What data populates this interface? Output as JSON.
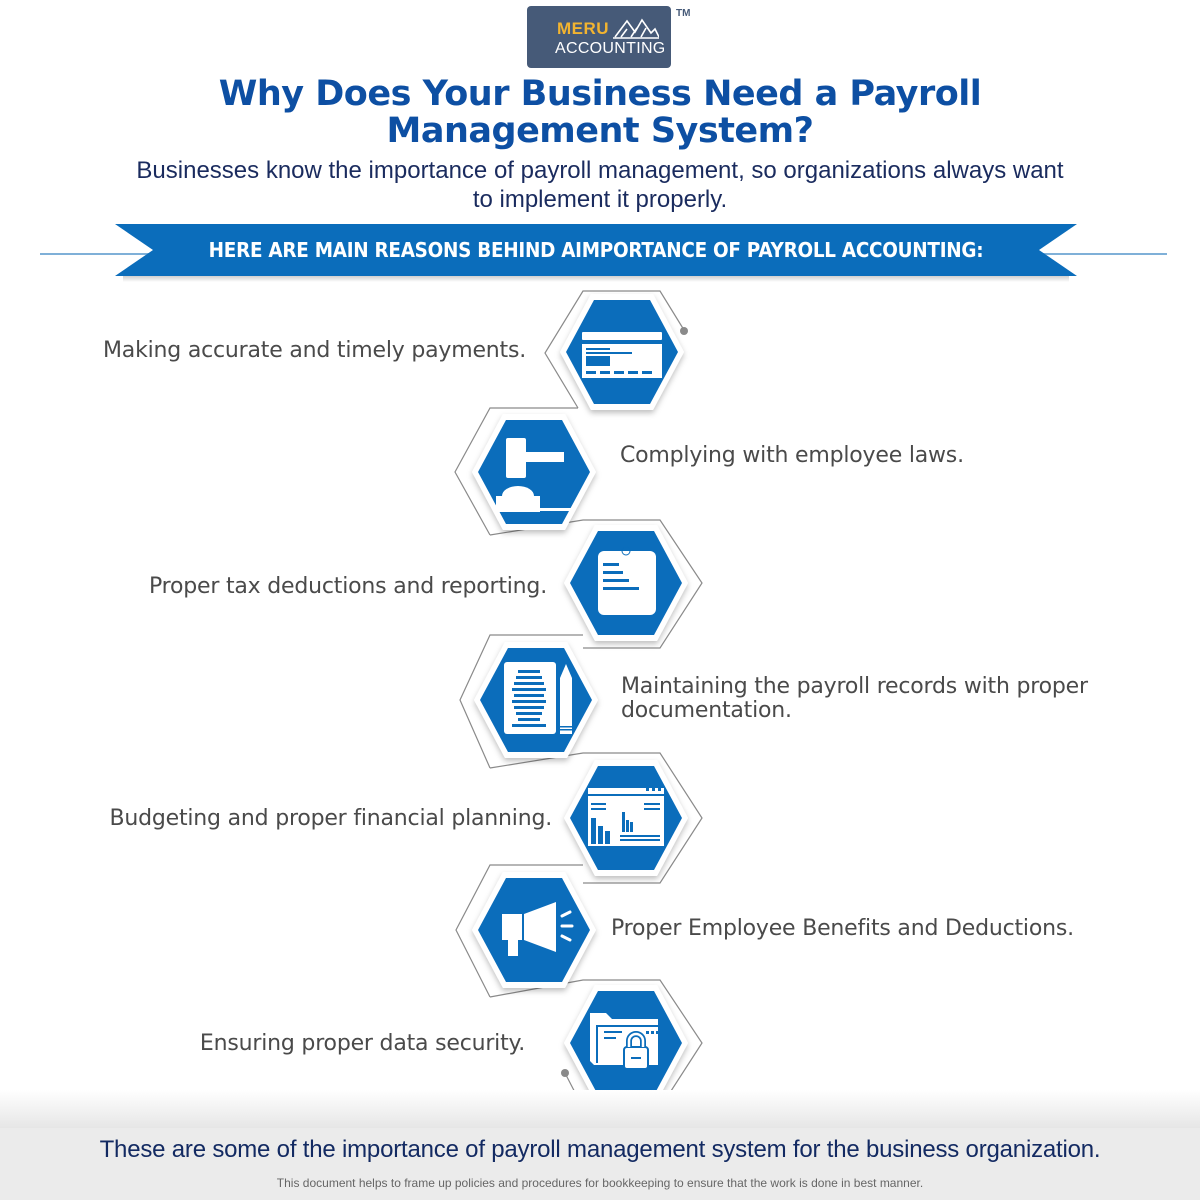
{
  "logo": {
    "brand_top": "MERU",
    "brand_bottom": "ACCOUNTING",
    "trademark": "TM",
    "bg_color": "#465a78",
    "accent_color": "#f2b430"
  },
  "header": {
    "title_line1": "Why Does Your Business Need a Payroll",
    "title_line2": "Management System?",
    "subtitle_line1": "Businesses know the importance of payroll management, so organizations always want",
    "subtitle_line2": "to implement it properly."
  },
  "banner": {
    "text": "HERE ARE MAIN REASONS BEHIND AIMPORTANCE OF PAYROLL ACCOUNTING:",
    "color": "#0b6dbb"
  },
  "reasons": [
    {
      "label": "Making accurate and timely payments.",
      "icon": "payment-card-icon",
      "side": "left"
    },
    {
      "label": "Complying with employee laws.",
      "icon": "gavel-icon",
      "side": "right"
    },
    {
      "label": "Proper tax deductions and reporting.",
      "icon": "tax-note-icon",
      "side": "left"
    },
    {
      "label_line1": "Maintaining the payroll records with proper",
      "label_line2": "documentation.",
      "icon": "document-pencil-icon",
      "side": "right"
    },
    {
      "label": "Budgeting and proper financial planning.",
      "icon": "financial-chart-icon",
      "side": "left"
    },
    {
      "label": "Proper Employee Benefits and Deductions.",
      "icon": "megaphone-icon",
      "side": "right"
    },
    {
      "label": "Ensuring proper data security.",
      "icon": "secure-folder-icon",
      "side": "left"
    }
  ],
  "footer": {
    "main": "These are some of the importance of payroll management system for the business organization.",
    "sub": "This document helps to frame up policies and procedures for bookkeeping to ensure that the work is done in best manner."
  }
}
